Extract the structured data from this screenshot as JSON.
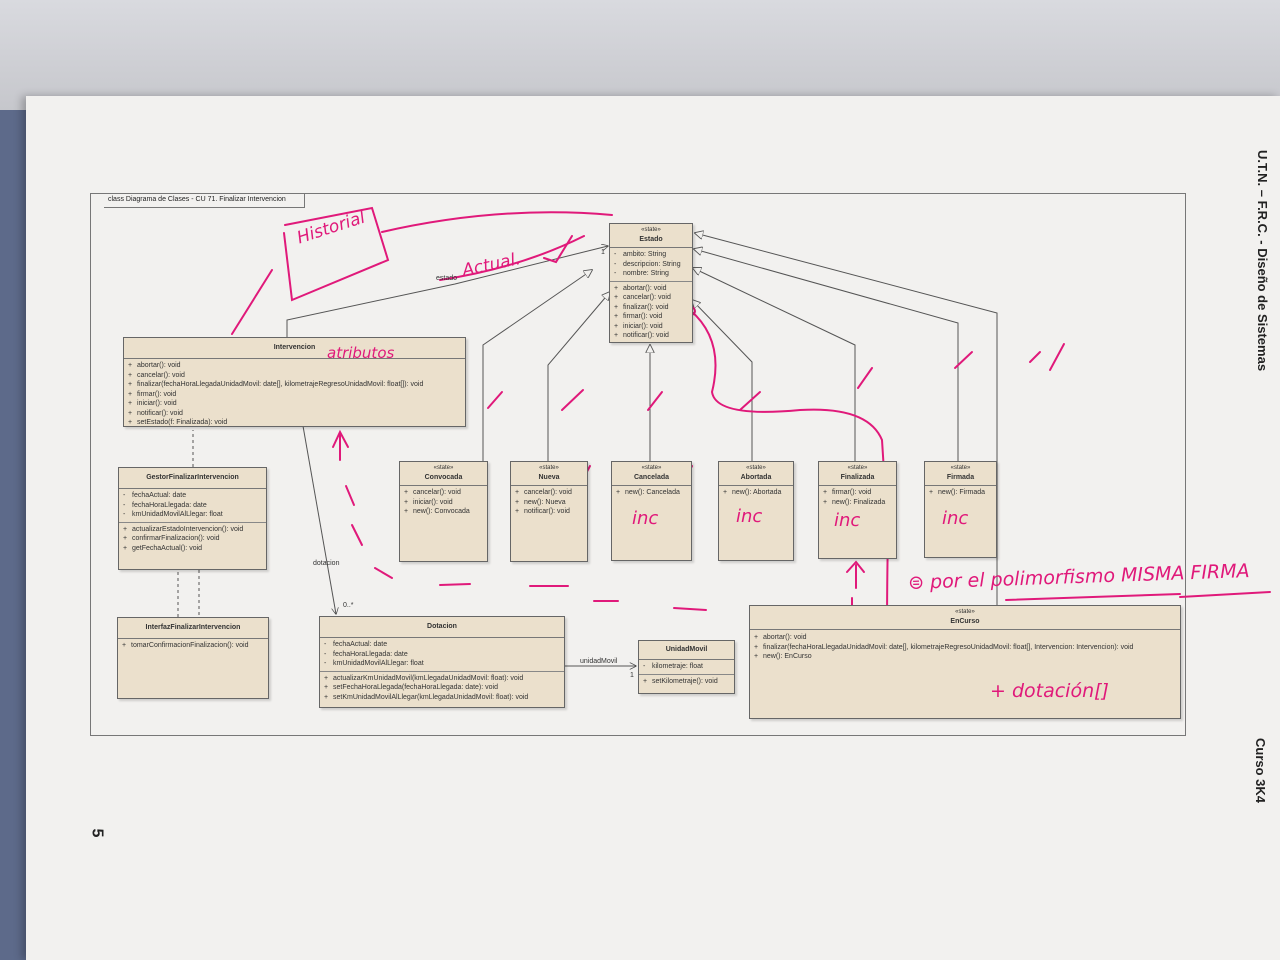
{
  "header": {
    "course_title": "U.T.N. – F.R.C. - Diseño de Sistemas",
    "course_group": "Curso 3K4",
    "page_number": "5",
    "frame_label": "class Diagrama de Clases - CU 71. Finalizar Intervencion"
  },
  "classes": {
    "estado": {
      "stereotype": "«state»",
      "name": "Estado",
      "attributes": [
        "ambito: String",
        "descripcion: String",
        "nombre: String"
      ],
      "operations": [
        "abortar(): void",
        "cancelar(): void",
        "finalizar(): void",
        "firmar(): void",
        "iniciar(): void",
        "notificar(): void"
      ]
    },
    "intervencion": {
      "name": "Intervencion",
      "operations": [
        "abortar(): void",
        "cancelar(): void",
        "finalizar(fechaHoraLlegadaUnidadMovil: date[], kilometrajeRegresoUnidadMovil: float[]): void",
        "firmar(): void",
        "iniciar(): void",
        "notificar(): void",
        "setEstado(f: Finalizada): void"
      ]
    },
    "gestor": {
      "name": "GestorFinalizarIntervencion",
      "attributes": [
        "fechaActual: date",
        "fechaHoraLlegada: date",
        "kmUnidadMovilAlLlegar: float"
      ],
      "operations": [
        "actualizarEstadoIntervencion(): void",
        "confirmarFinalizacion(): void",
        "getFechaActual(): void"
      ]
    },
    "interfaz": {
      "name": "InterfazFinalizarIntervencion",
      "operations": [
        "tomarConfirmacionFinalizacion(): void"
      ]
    },
    "dotacion": {
      "name": "Dotacion",
      "attributes": [
        "fechaActual: date",
        "fechaHoraLlegada: date",
        "kmUnidadMovilAlLlegar: float"
      ],
      "operations": [
        "actualizarKmUnidadMovil(kmLlegadaUnidadMovil: float): void",
        "setFechaHoraLlegada(fechaHoraLlegada: date): void",
        "setKmUnidadMovilAlLlegar(kmLlegadaUnidadMovil: float): void"
      ]
    },
    "unidad_movil": {
      "name": "UnidadMovil",
      "attributes": [
        "kilometraje: float"
      ],
      "operations": [
        "setKilometraje(): void"
      ]
    },
    "convocada": {
      "stereotype": "«state»",
      "name": "Convocada",
      "operations": [
        "cancelar(): void",
        "iniciar(): void",
        "new(): Convocada"
      ]
    },
    "nueva": {
      "stereotype": "«state»",
      "name": "Nueva",
      "operations": [
        "cancelar(): void",
        "new(): Nueva",
        "notificar(): void"
      ]
    },
    "cancelada": {
      "stereotype": "«state»",
      "name": "Cancelada",
      "operations": [
        "new(): Cancelada"
      ]
    },
    "abortada": {
      "stereotype": "«state»",
      "name": "Abortada",
      "operations": [
        "new(): Abortada"
      ]
    },
    "finalizada": {
      "stereotype": "«state»",
      "name": "Finalizada",
      "operations": [
        "firmar(): void",
        "new(): Finalizada"
      ]
    },
    "firmada": {
      "stereotype": "«state»",
      "name": "Firmada",
      "operations": [
        "new(): Firmada"
      ]
    },
    "en_curso": {
      "stereotype": "«state»",
      "name": "EnCurso",
      "operations": [
        "abortar(): void",
        "finalizar(fechaHoraLlegadaUnidadMovil: date[], kilometrajeRegresoUnidadMovil: float[], Intervencion: Intervencion): void",
        "new(): EnCurso"
      ]
    }
  },
  "associations": {
    "estado": "estado",
    "estado_mult": "1",
    "dotacion": "dotacion",
    "dotacion_mult": "0..*",
    "unidad_movil": "unidadMovil",
    "unidad_movil_mult": "1"
  },
  "annotations": {
    "historial": "Historial",
    "actual": "Actual.",
    "atributos": "atributos",
    "inc": "inc",
    "polimorfismo": "⊜ por el polimorfismo MISMA FIRMA",
    "dotacion_extra": "+ dotación[]"
  },
  "colors": {
    "ink_annotation": "#e0197a",
    "class_fill": "#ebe0cc",
    "paper": "#f2f1ef"
  }
}
